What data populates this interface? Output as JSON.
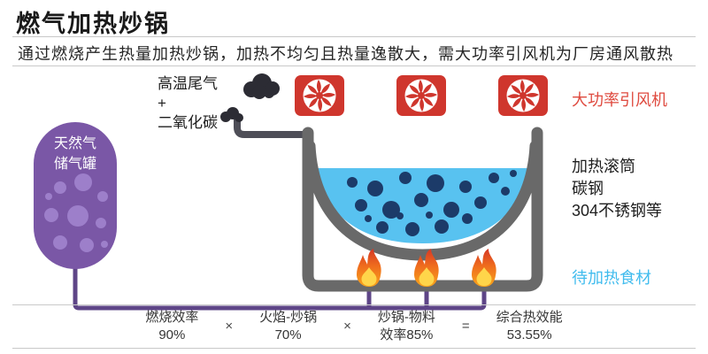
{
  "header": {
    "title": "燃气加热炒锅",
    "subtitle": "通过燃烧产生热量加热炒锅，加热不均匀且热量逸散大，需大功率引风机为厂房通风散热"
  },
  "labels": {
    "tank": "天然气\n储气罐",
    "exhaust": "高温尾气\n+\n二氧化碳",
    "fans": "大功率引风机",
    "drum": "加热滚筒\n碳钢\n304不锈钢等",
    "food": "待加热食材"
  },
  "formula": {
    "terms": [
      {
        "name": "燃烧效率",
        "value": "90%"
      },
      {
        "name": "火焰-炒锅",
        "value": "70%"
      },
      {
        "name": "炒锅-物料",
        "value": "效率85%"
      }
    ],
    "operators": [
      "×",
      "×",
      "="
    ],
    "result": {
      "name": "综合热效能",
      "value": "53.55%"
    }
  },
  "icons": [
    "fan-icon",
    "smoke-icon",
    "flame-icon"
  ],
  "colors": {
    "accent_red": "#cf362d",
    "red_text": "#df4a3f",
    "blue_text": "#41bcee",
    "tank_purple": "#7a57a6",
    "tank_bubble": "#9d7fca",
    "pipe_purple": "#5e4587",
    "drum_gray": "#696969",
    "exhaust_gray": "#4e4e57",
    "smoke_dark": "#2c2c34",
    "liquid_blue": "#58c2f0",
    "bubble_navy": "#1c3b69",
    "flame_yellow": "#ffd54a"
  }
}
